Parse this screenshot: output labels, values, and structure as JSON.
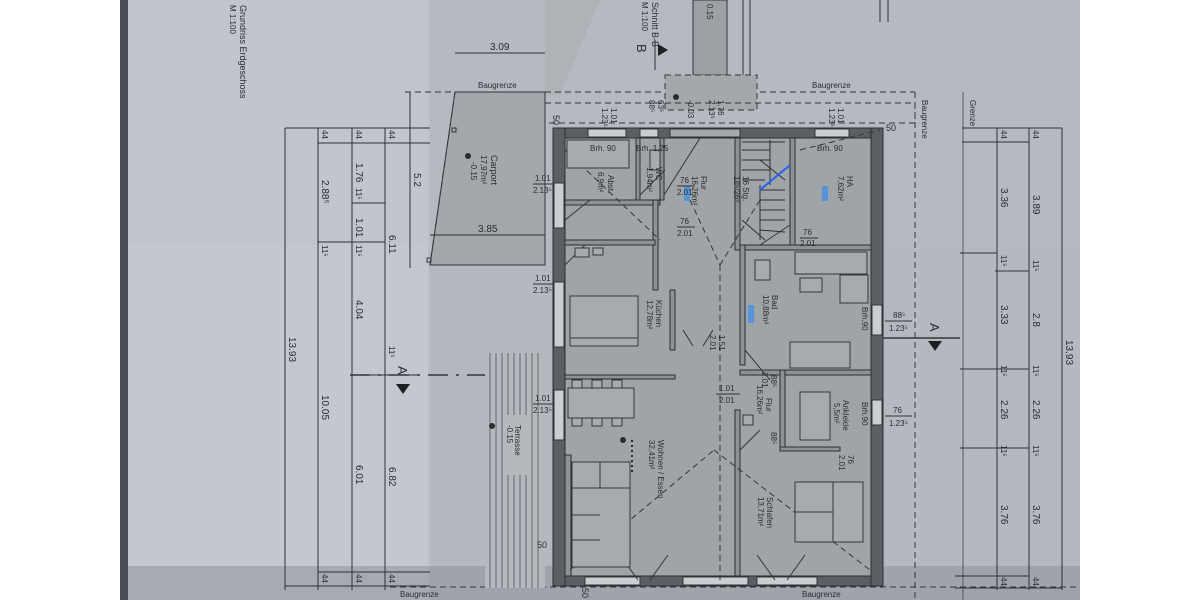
{
  "sheet": {
    "title": "Grundriss Erdgeschoss",
    "scale": "M 1:100",
    "section_ref_top": "Schnitt B-B",
    "section_scale_top": "M 1:100"
  },
  "section_markers": {
    "b_label": "B",
    "a_label_left": "A",
    "a_label_right": "A"
  },
  "boundary_labels": {
    "baugrenze_top_left": "Baugrenze",
    "baugrenze_top_right": "Baugrenze",
    "baugrenze_right_vertical": "Baugrenze",
    "baugrenze_bottom_left": "Baugrenze",
    "baugrenze_bottom_right": "Baugrenze",
    "grenze": "Grenze"
  },
  "rooms": [
    {
      "name": "Carport",
      "area": "17,97m²",
      "level": "-0.15"
    },
    {
      "name": "Abst.",
      "area": "6,9m²"
    },
    {
      "name": "WC",
      "area": "1,94m²"
    },
    {
      "name": "Flur",
      "area": "16,26m²"
    },
    {
      "name": "16 Stg.",
      "area": "18⁶/26⁰"
    },
    {
      "name": "HA",
      "area": "7,62m²"
    },
    {
      "name": "Küchen",
      "area": "12,78m²"
    },
    {
      "name": "Bad",
      "area": "10,88m²"
    },
    {
      "name": "Wohnen / Essen",
      "area": "32,41m²"
    },
    {
      "name": "Flur",
      "area": "16,26m²"
    },
    {
      "name": "Ankleide",
      "area": "5,5m²"
    },
    {
      "name": "Schlafen",
      "area": "13,71m²"
    },
    {
      "name": "Terrasse",
      "area": "-0.15"
    }
  ],
  "openings": {
    "brh_90_a": "Brh. 90",
    "brh_125": "Brh. 1,25",
    "brh_90_b": "Brh. 90",
    "brh_90_bad": "Brh.90",
    "brh_90_ankleide": "Brh.90",
    "door_76_201_a": [
      "76",
      "2.01"
    ],
    "door_76_201_b": [
      "76",
      "2.01"
    ],
    "door_76_201_c": [
      "76",
      "2.01"
    ],
    "door_76_201_d": [
      "76",
      "2.01"
    ],
    "door_151_201": [
      "1.51",
      "2.01"
    ],
    "door_101_201": [
      "1.01",
      "2.01"
    ],
    "door_885_201_a": [
      "88⁵",
      "2.01"
    ],
    "door_885_201_b": [
      "88⁵",
      "2.01"
    ],
    "win_101_2135_a": [
      "1.01",
      "2.13⁵"
    ],
    "win_101_2135_b": [
      "1.01",
      "2.13⁵"
    ],
    "win_101_2135_c": [
      "1.01",
      "2.13⁵"
    ],
    "win_101_2135_top_left": [
      "1.01",
      "1.23⁵"
    ],
    "win_101_2135_top_right": [
      "1.01",
      "1.23⁵"
    ],
    "win_635_885": [
      "63⁵",
      "88⁵"
    ],
    "win_176_2135": [
      "1.76",
      "2.13⁵"
    ],
    "win_885_1235": [
      "88⁵",
      "1.23⁵"
    ],
    "win_76_1235": [
      "76",
      "1.23⁵"
    ],
    "entry_level": "-0.03",
    "level_top": "0.15",
    "offset_50_a": "50",
    "offset_50_b": "50",
    "offset_50_c": "50",
    "offset_50_d": "50"
  },
  "dimensions_left": {
    "outer": "13.93",
    "c1": [
      "44",
      "2.88⁵",
      "11⁵",
      "10.05",
      "44"
    ],
    "c2": [
      "44",
      "1.76",
      "11⁵",
      "1.01",
      "11⁵",
      "4.04",
      "6.01",
      "44"
    ],
    "c3": [
      "44",
      "6.11",
      "11⁵",
      "6.82",
      "44"
    ],
    "carport_depth": "5.2",
    "carport_width_top": "3.09",
    "carport_width": "3.85"
  },
  "dimensions_right": {
    "outer": "13.93",
    "c1": [
      "44",
      "3.36",
      "11⁵",
      "3.33",
      "11⁵",
      "2.26",
      "11⁵",
      "3.76",
      "44"
    ],
    "c2": [
      "44",
      "3.89",
      "11⁵",
      "2.8",
      "11⁵",
      "2.26",
      "11⁵",
      "3.76",
      "44"
    ]
  }
}
